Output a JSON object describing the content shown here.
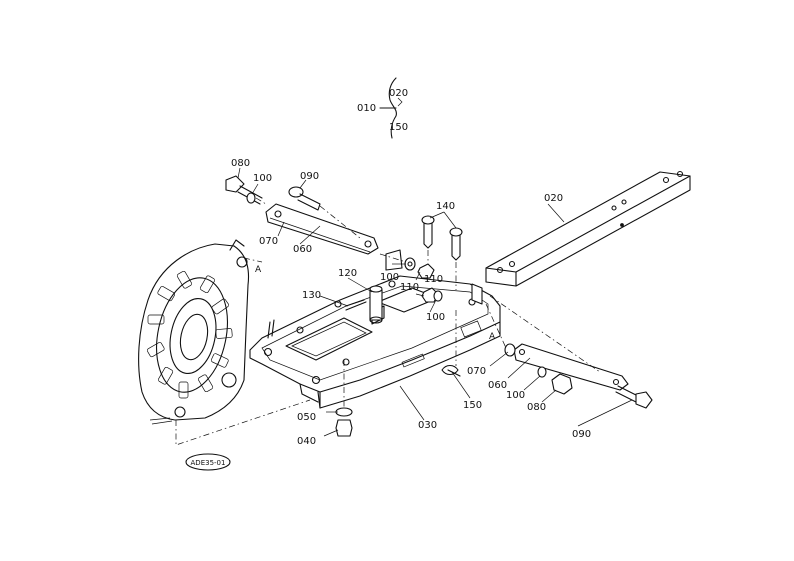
{
  "diagram": {
    "callouts": [
      {
        "id": "l010",
        "text": "010"
      },
      {
        "id": "l020a",
        "text": "020"
      },
      {
        "id": "l150a",
        "text": "150"
      },
      {
        "id": "l080a",
        "text": "080"
      },
      {
        "id": "l100a",
        "text": "100"
      },
      {
        "id": "l090a",
        "text": "090"
      },
      {
        "id": "l070a",
        "text": "070"
      },
      {
        "id": "l060a",
        "text": "060"
      },
      {
        "id": "l140",
        "text": "140"
      },
      {
        "id": "l020b",
        "text": "020"
      },
      {
        "id": "l120",
        "text": "120"
      },
      {
        "id": "l130",
        "text": "130"
      },
      {
        "id": "l100b",
        "text": "100"
      },
      {
        "id": "l110a",
        "text": "110"
      },
      {
        "id": "l110b",
        "text": "110"
      },
      {
        "id": "l100c",
        "text": "100"
      },
      {
        "id": "l070b",
        "text": "070"
      },
      {
        "id": "l060b",
        "text": "060"
      },
      {
        "id": "l100d",
        "text": "100"
      },
      {
        "id": "l080b",
        "text": "080"
      },
      {
        "id": "l090b",
        "text": "090"
      },
      {
        "id": "l150b",
        "text": "150"
      },
      {
        "id": "l050",
        "text": "050"
      },
      {
        "id": "l040",
        "text": "040"
      },
      {
        "id": "l030",
        "text": "030"
      }
    ],
    "markers": [
      {
        "id": "mA1",
        "text": "A"
      },
      {
        "id": "mA2",
        "text": "A"
      }
    ],
    "stamp": "ADE35-01"
  }
}
